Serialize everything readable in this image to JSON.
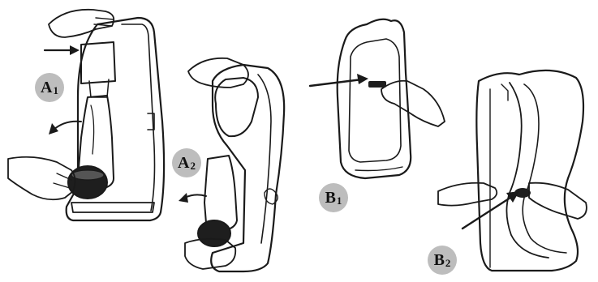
{
  "labels": {
    "a1": {
      "letter": "A",
      "sub": "1"
    },
    "a2": {
      "letter": "A",
      "sub": "2"
    },
    "b1": {
      "letter": "B",
      "sub": "1"
    },
    "b2": {
      "letter": "B",
      "sub": "2"
    }
  },
  "colors": {
    "badge": "#bdbdbd",
    "ink": "#1a1a1a",
    "machine_fill": "#f4f4f4",
    "bottle_fill": "#1e1e1e"
  }
}
